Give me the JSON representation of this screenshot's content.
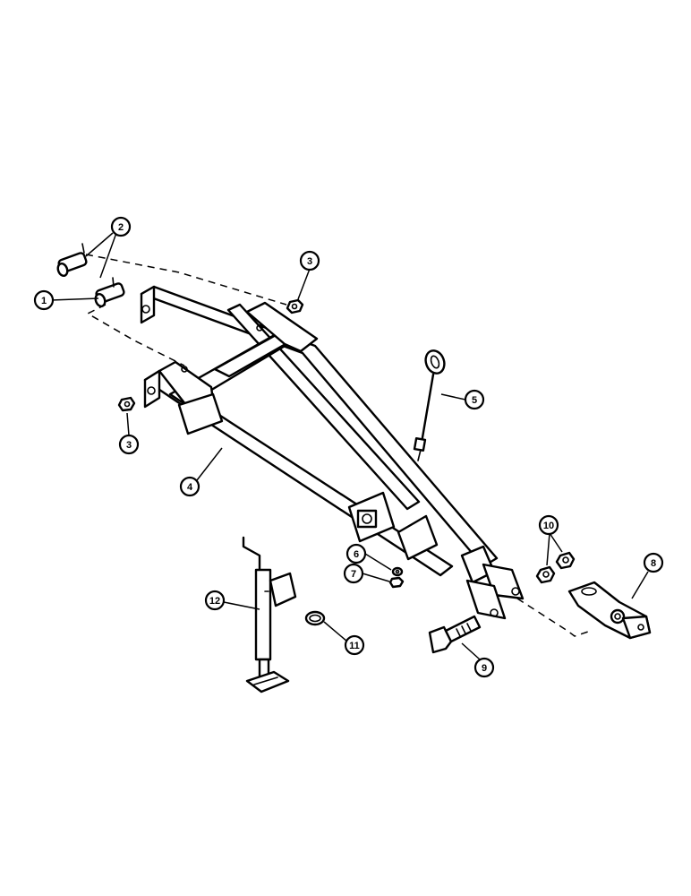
{
  "colors": {
    "line": "#000000",
    "background": "#ffffff"
  },
  "callouts": [
    {
      "id": "1",
      "label": "1"
    },
    {
      "id": "2",
      "label": "2"
    },
    {
      "id": "3a",
      "label": "3"
    },
    {
      "id": "3b",
      "label": "3"
    },
    {
      "id": "4",
      "label": "4"
    },
    {
      "id": "5",
      "label": "5"
    },
    {
      "id": "6",
      "label": "6"
    },
    {
      "id": "7",
      "label": "7"
    },
    {
      "id": "8",
      "label": "8"
    },
    {
      "id": "9",
      "label": "9"
    },
    {
      "id": "10",
      "label": "10"
    },
    {
      "id": "11",
      "label": "11"
    },
    {
      "id": "12",
      "label": "12"
    }
  ]
}
